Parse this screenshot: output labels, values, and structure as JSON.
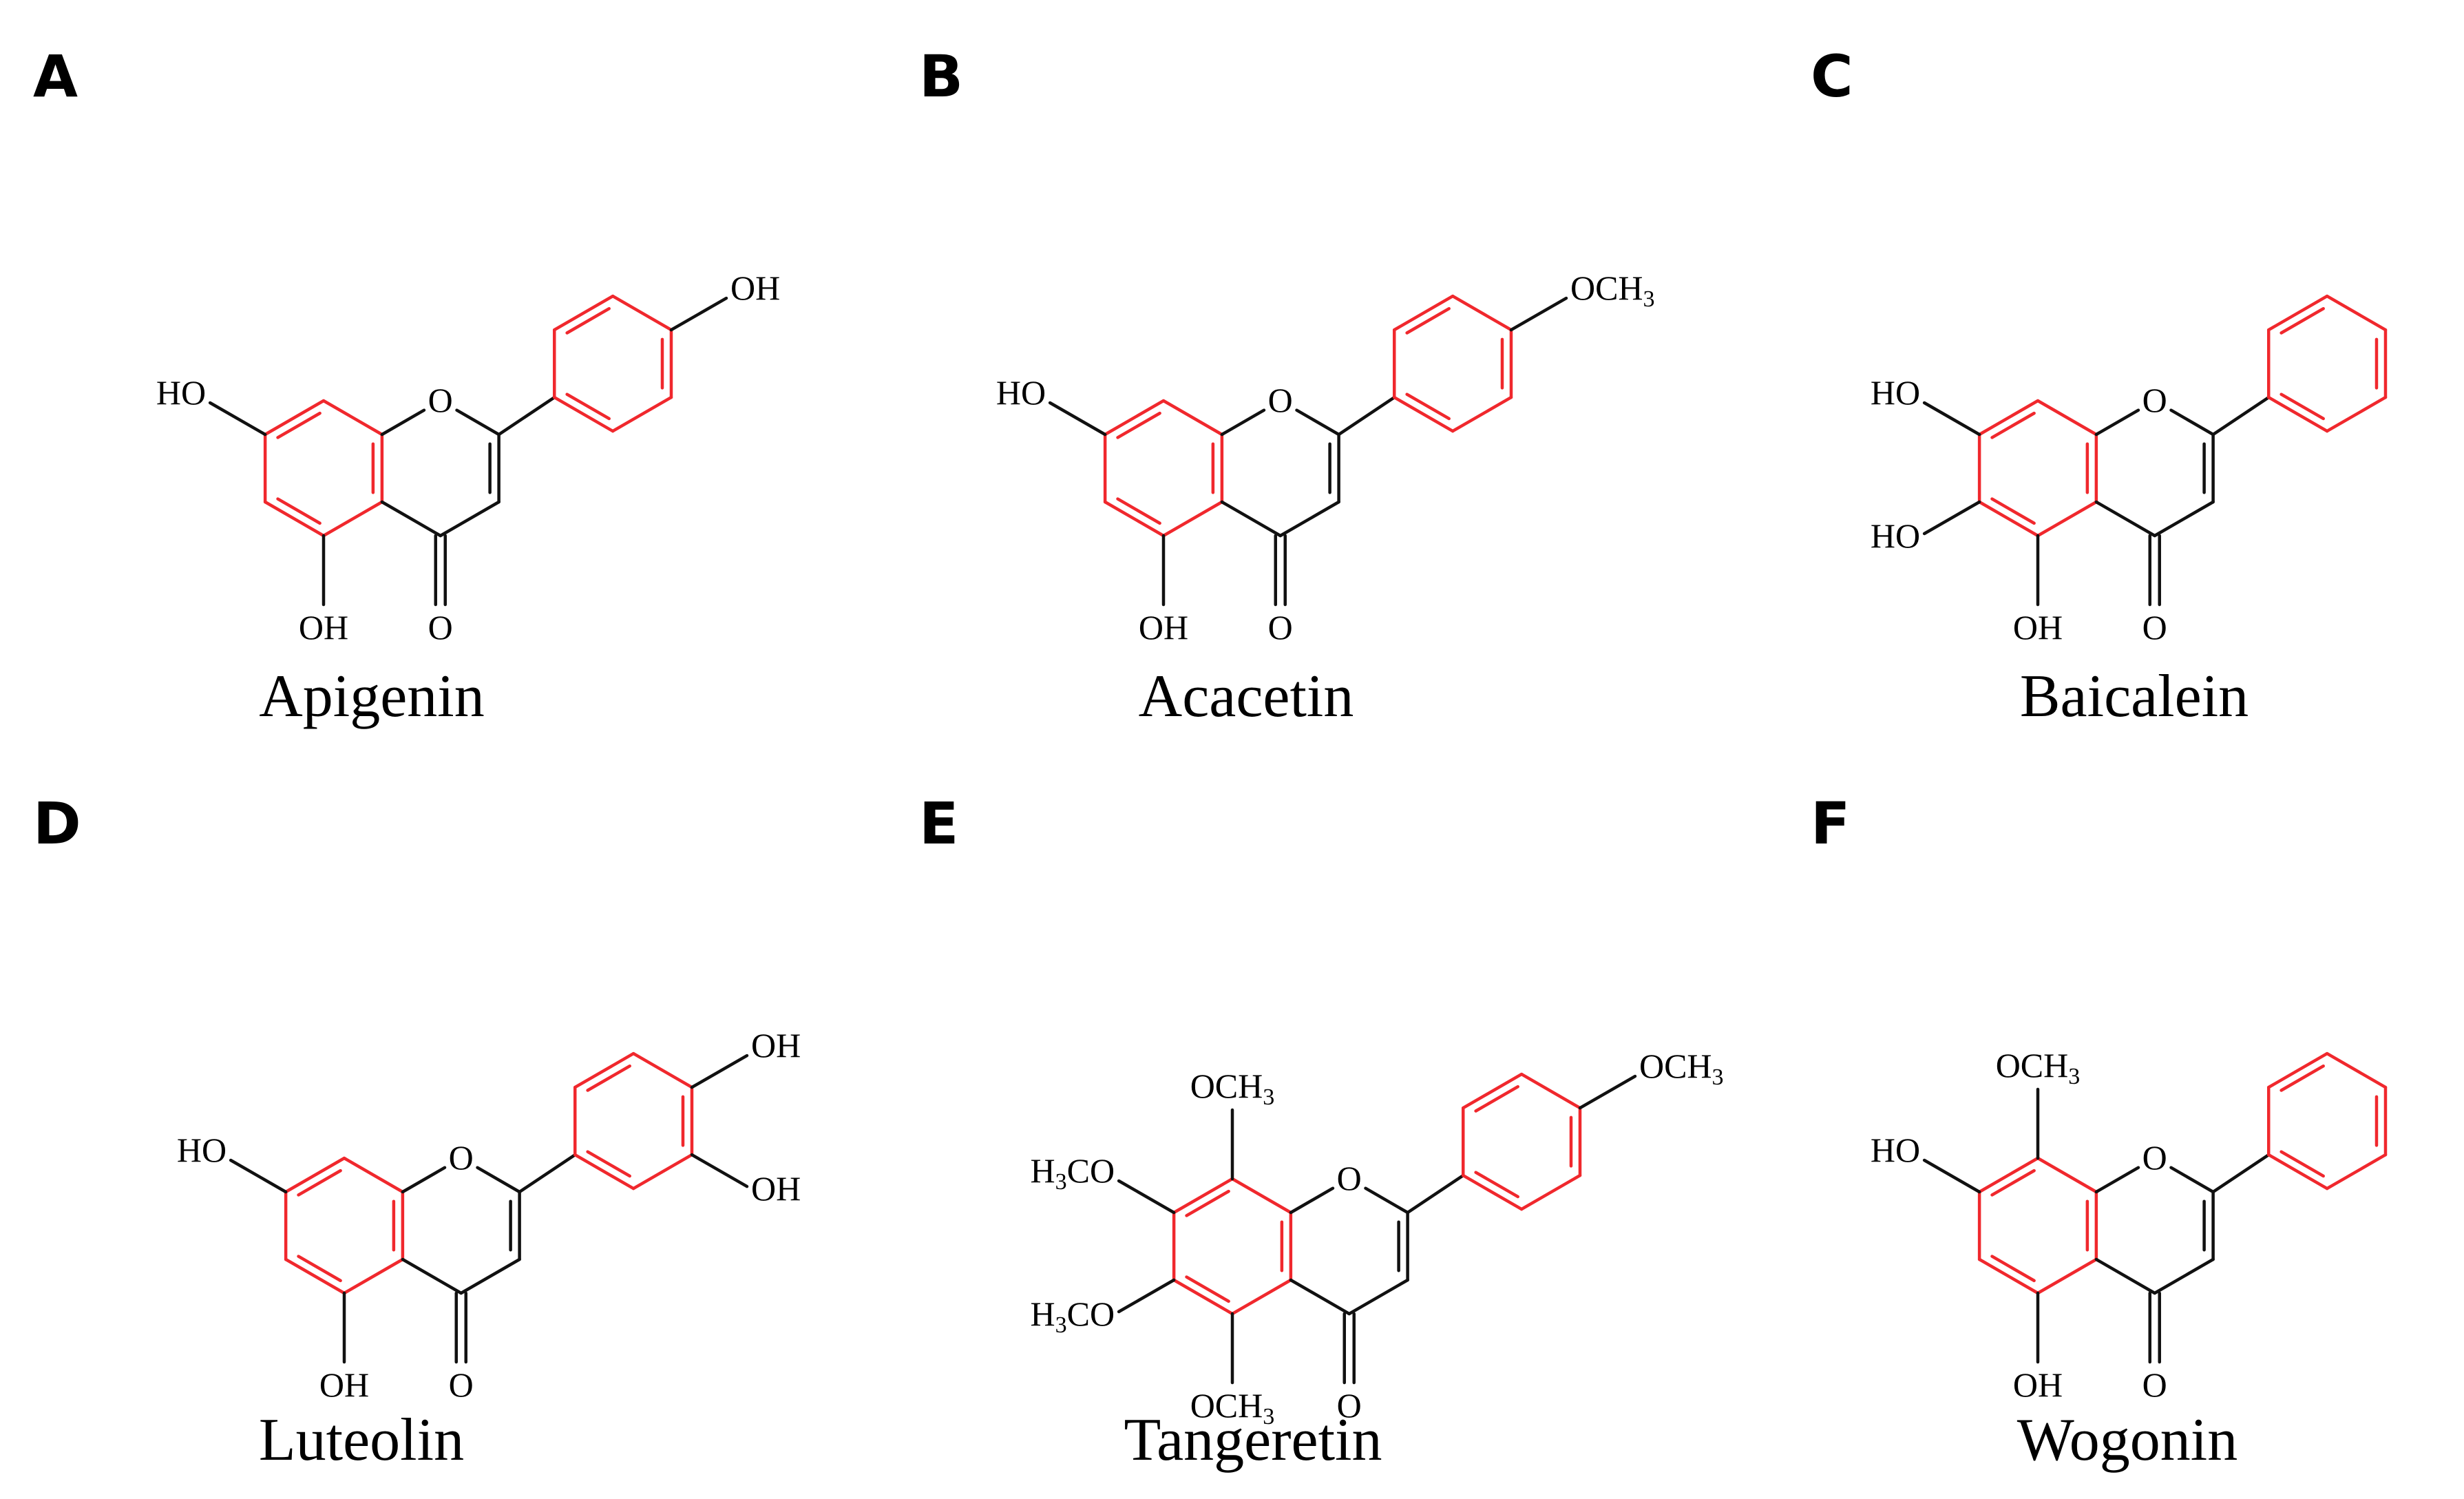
{
  "colors": {
    "ring_highlight": "#f0282d",
    "bonds": "#111111",
    "text": "#000000",
    "background": "#ffffff"
  },
  "panels": [
    {
      "letter": "A",
      "name": "Apigenin",
      "substituents": {
        "c7": "HO",
        "c5": "OH",
        "c4": "O",
        "o1": "O",
        "p4": "OH"
      }
    },
    {
      "letter": "B",
      "name": "Acacetin",
      "substituents": {
        "c7": "HO",
        "c5": "OH",
        "c4": "O",
        "o1": "O",
        "p4": "OCH3"
      }
    },
    {
      "letter": "C",
      "name": "Baicalein",
      "substituents": {
        "c7": "HO",
        "c6": "HO",
        "c5": "OH",
        "c4": "O",
        "o1": "O"
      }
    },
    {
      "letter": "D",
      "name": "Luteolin",
      "substituents": {
        "c7": "HO",
        "c5": "OH",
        "c4": "O",
        "o1": "O",
        "p4": "OH",
        "p3": "OH"
      }
    },
    {
      "letter": "E",
      "name": "Tangeretin",
      "substituents": {
        "c8": "OCH3",
        "c7": "H3CO",
        "c6": "H3CO",
        "c5": "OCH3",
        "c4": "O",
        "o1": "O",
        "p4": "OCH3"
      }
    },
    {
      "letter": "F",
      "name": "Wogonin",
      "substituents": {
        "c8": "OCH3",
        "c7": "HO",
        "c5": "OH",
        "c4": "O",
        "o1": "O"
      }
    }
  ]
}
